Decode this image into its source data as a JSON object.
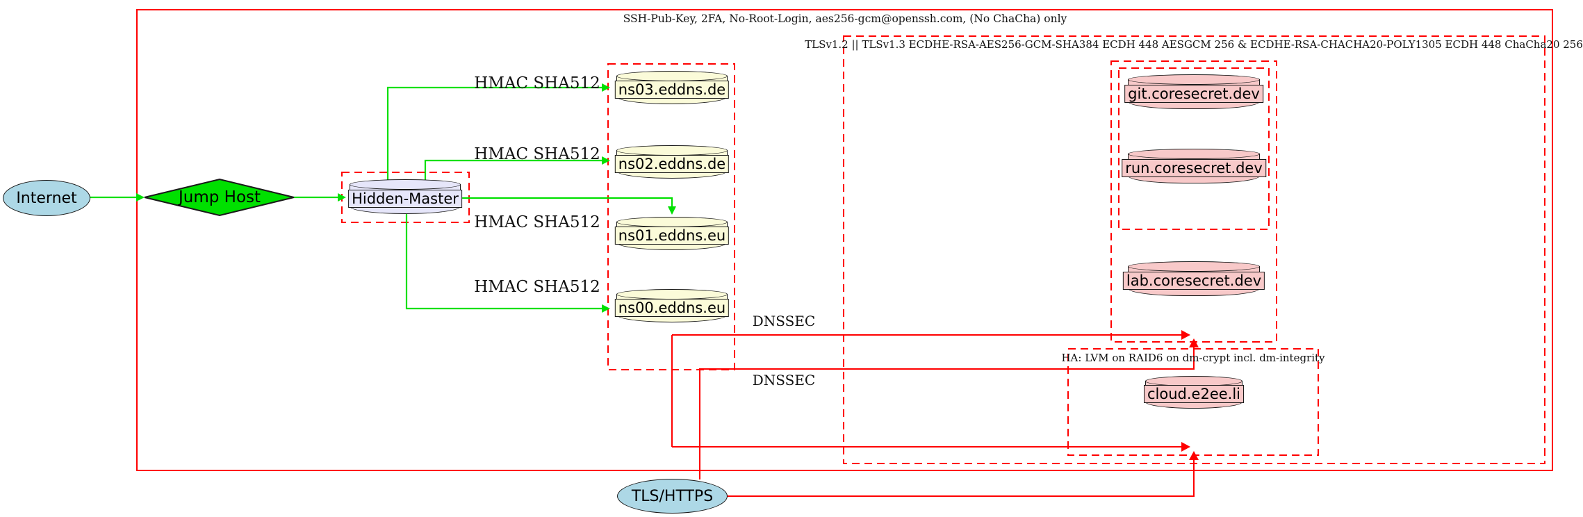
{
  "colors": {
    "cluster_red": "#ff0000",
    "edge_green": "#00e000",
    "node_green": "#00e000",
    "lightblue": "#add8e6",
    "lavender": "#e6e6fa",
    "lightyellow": "#fbfbd9",
    "pink": "#f8c9c9",
    "border_dark": "#1a1a1a"
  },
  "clusters": {
    "ssh_label": "SSH-Pub-Key, 2FA, No-Root-Login, aes256-gcm@openssh.com, (No ChaCha) only",
    "tls_label": "TLSv1.2 || TLSv1.3 ECDHE-RSA-AES256-GCM-SHA384 ECDH 448 AESGCM 256 & ECDHE-RSA-CHACHA20-POLY1305 ECDH 448 ChaCha20 256",
    "ha_label": "HA: LVM on RAID6 on dm-crypt incl. dm-integrity"
  },
  "nodes": {
    "internet": "Internet",
    "jump_host": "Jump Host",
    "hidden_master": "Hidden-Master",
    "ns": [
      "ns03.eddns.de",
      "ns02.eddns.de",
      "ns01.eddns.eu",
      "ns00.eddns.eu"
    ],
    "services": [
      "git.coresecret.dev",
      "run.coresecret.dev",
      "lab.coresecret.dev"
    ],
    "cloud": "cloud.e2ee.li",
    "tls_https": "TLS/HTTPS"
  },
  "edge_labels": {
    "hmac": [
      "HMAC SHA512",
      "HMAC SHA512",
      "HMAC SHA512",
      "HMAC SHA512"
    ],
    "dnssec": [
      "DNSSEC",
      "DNSSEC"
    ]
  }
}
